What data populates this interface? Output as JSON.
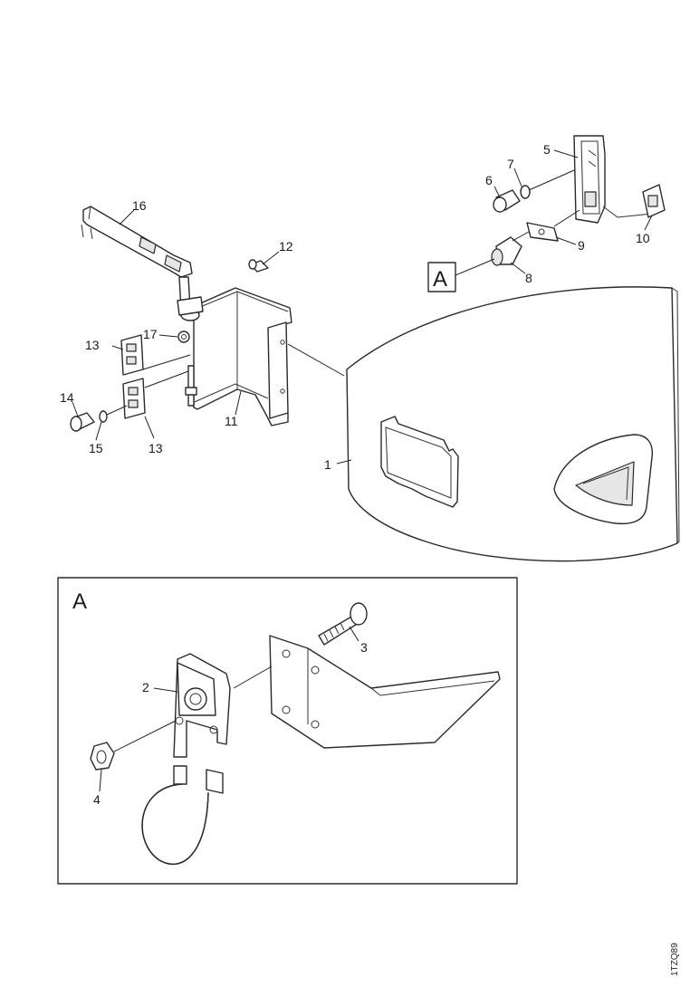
{
  "callouts": {
    "c1": "1",
    "c2": "2",
    "c3": "3",
    "c4": "4",
    "c5": "5",
    "c6": "6",
    "c7": "7",
    "c8": "8",
    "c9": "9",
    "c10": "10",
    "c11": "11",
    "c12": "12",
    "c13a": "13",
    "c13b": "13",
    "c14": "14",
    "c15": "15",
    "c16": "16",
    "c17": "17"
  },
  "detail": {
    "ref_label": "A",
    "box_label": "A"
  },
  "drawing_code": "1TZQ89"
}
